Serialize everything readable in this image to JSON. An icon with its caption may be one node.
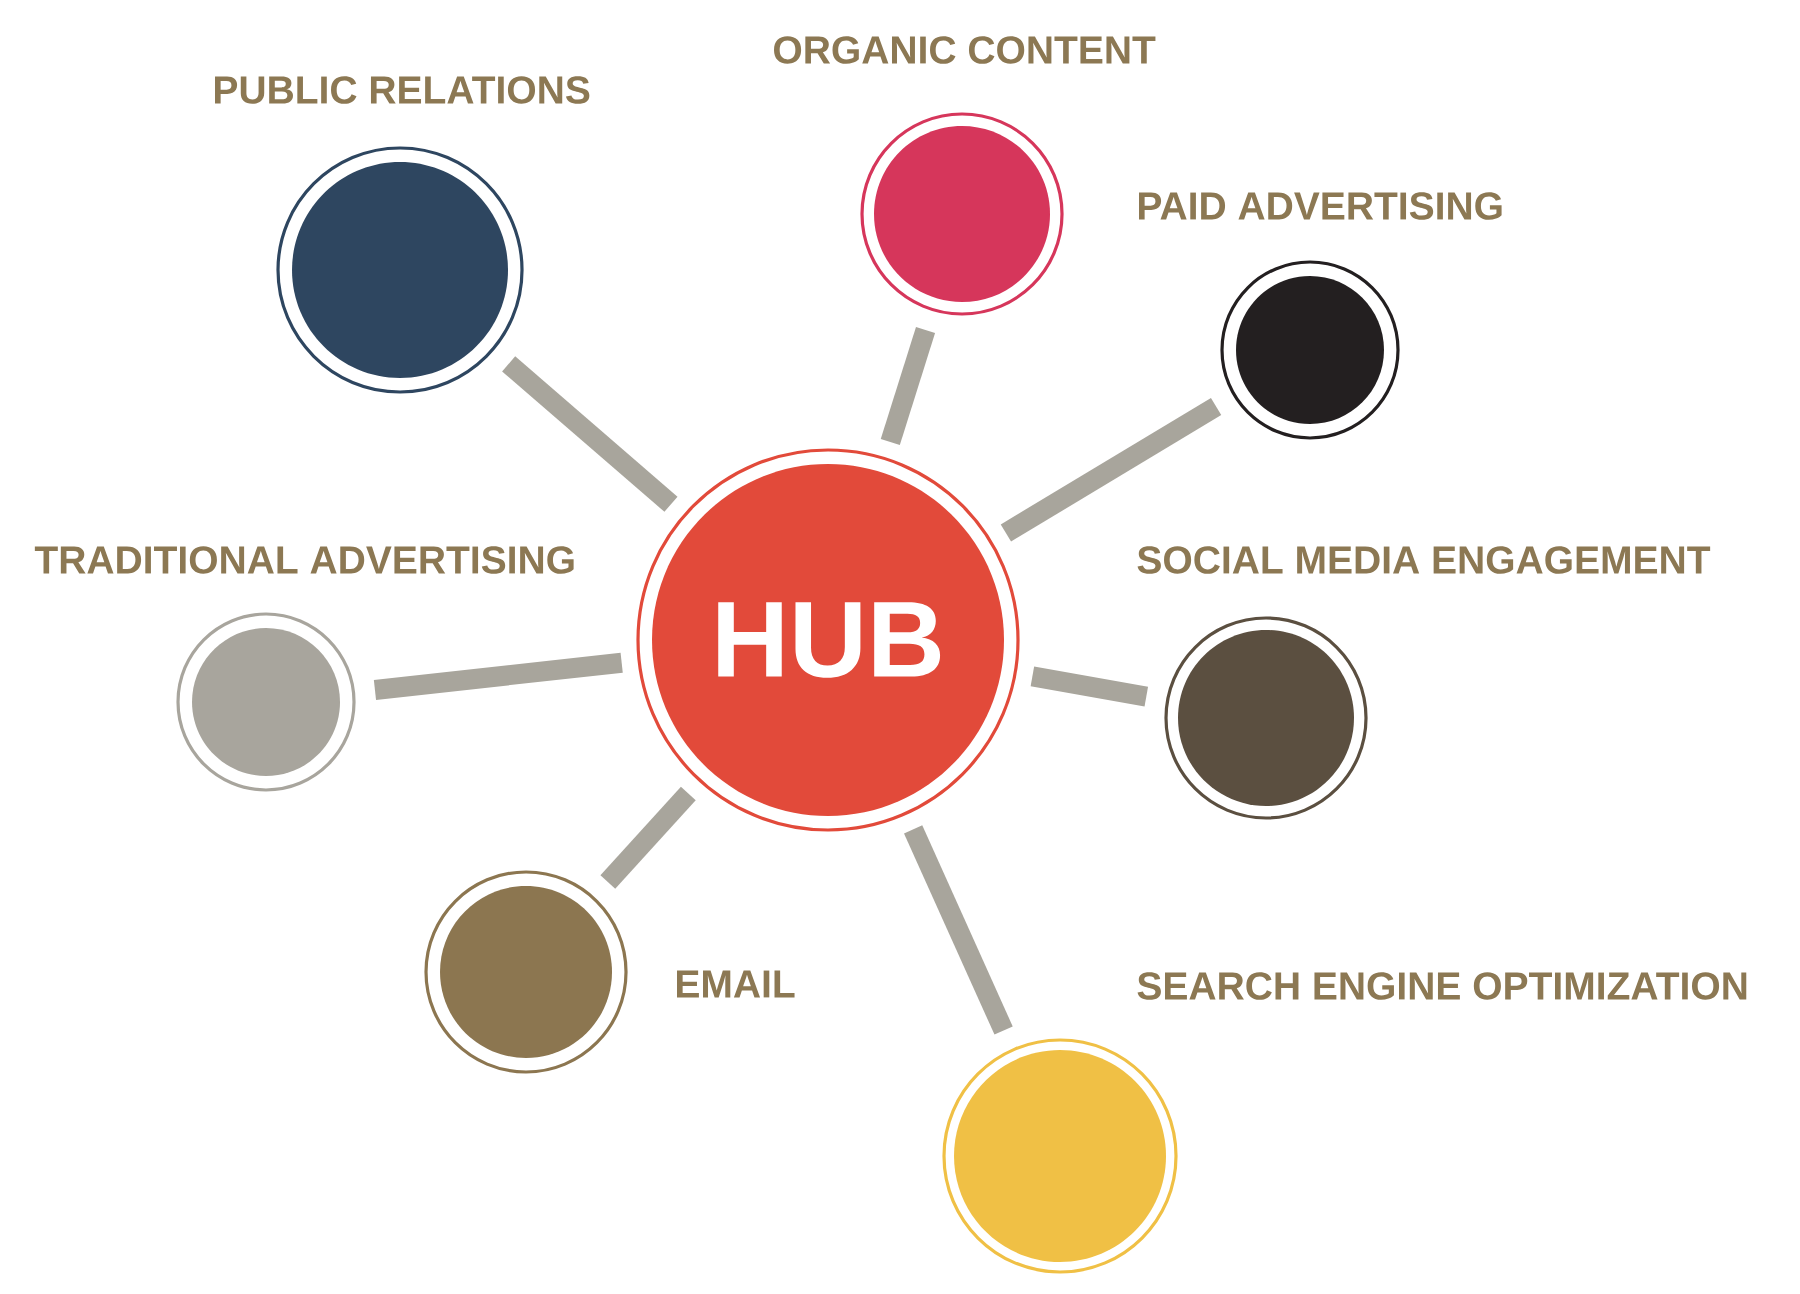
{
  "diagram": {
    "nodes": [
      {
        "text": [
          "HUB"
        ]
      },
      {
        "text": [
          "PUBLIC RELATIONS"
        ]
      },
      {
        "text": [
          "ORGANIC CONTENT"
        ]
      },
      {
        "text": [
          "PAID ADVERTISING"
        ]
      },
      {
        "text": [
          "TRADITIONAL ADVERTISING"
        ]
      },
      {
        "text": [
          "SOCIAL MEDIA ENGAGEMENT"
        ]
      },
      {
        "text": [
          "EMAIL"
        ]
      },
      {
        "text": [
          "SEARCH ENGINE OPTIMIZATION"
        ]
      }
    ],
    "edges": [
      {
        "from": 0,
        "to": 1,
        "arrow": "none"
      },
      {
        "from": 0,
        "to": 2,
        "arrow": "none"
      },
      {
        "from": 0,
        "to": 3,
        "arrow": "none"
      },
      {
        "from": 0,
        "to": 4,
        "arrow": "none"
      },
      {
        "from": 0,
        "to": 5,
        "arrow": "none"
      },
      {
        "from": 0,
        "to": 6,
        "arrow": "none"
      },
      {
        "from": 0,
        "to": 7,
        "arrow": "none"
      }
    ]
  }
}
